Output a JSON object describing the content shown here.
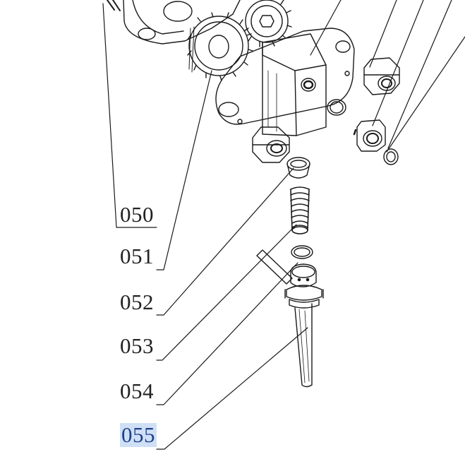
{
  "diagram": {
    "labels": [
      {
        "id": "050",
        "text": "050",
        "selected": false
      },
      {
        "id": "051",
        "text": "051",
        "selected": false
      },
      {
        "id": "052",
        "text": "052",
        "selected": false
      },
      {
        "id": "053",
        "text": "053",
        "selected": false
      },
      {
        "id": "054",
        "text": "054",
        "selected": false
      },
      {
        "id": "055",
        "text": "055",
        "selected": true
      }
    ],
    "colors": {
      "line": "#1a1a1a",
      "selection": "#cfe0f6",
      "selected_text": "#1f3f8a"
    }
  }
}
